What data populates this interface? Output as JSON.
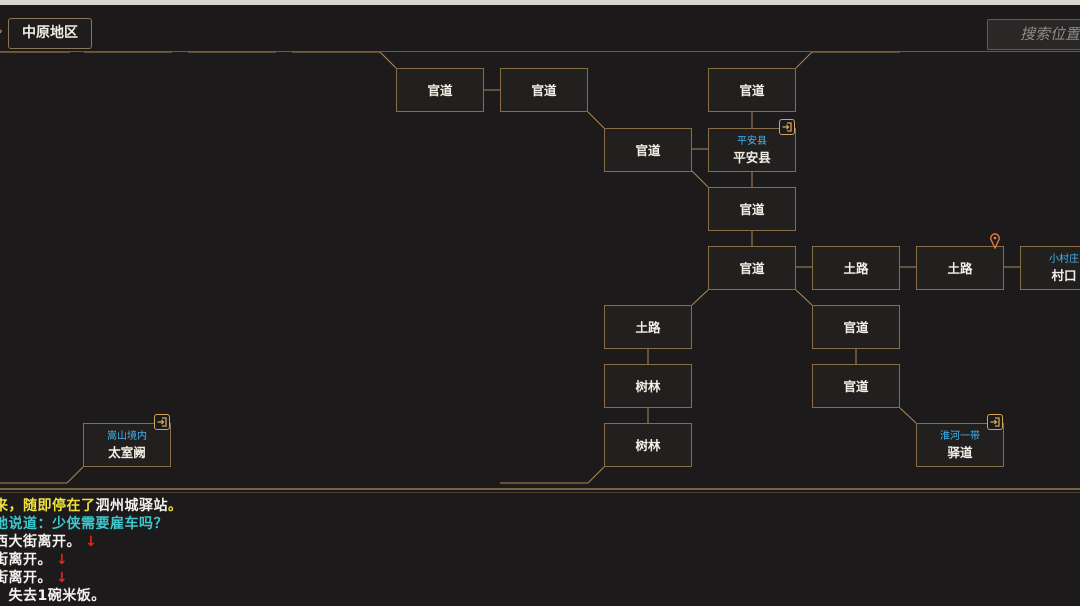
{
  "header": {
    "region_label": "中原地区",
    "search_placeholder": "搜索位置"
  },
  "map": {
    "nodes": [
      {
        "id": "gd1",
        "label": "官道",
        "sub": "",
        "enter": false
      },
      {
        "id": "gd2",
        "label": "官道",
        "sub": "",
        "enter": false
      },
      {
        "id": "gd3",
        "label": "官道",
        "sub": "",
        "enter": false
      },
      {
        "id": "gd4",
        "label": "官道",
        "sub": "",
        "enter": false
      },
      {
        "id": "pax",
        "label": "平安县",
        "sub": "平安县",
        "enter": true
      },
      {
        "id": "gd5",
        "label": "官道",
        "sub": "",
        "enter": false
      },
      {
        "id": "gd6",
        "label": "官道",
        "sub": "",
        "enter": false
      },
      {
        "id": "tl1",
        "label": "土路",
        "sub": "",
        "enter": false
      },
      {
        "id": "tl2",
        "label": "土路",
        "sub": "",
        "enter": false,
        "current": true
      },
      {
        "id": "ck",
        "label": "村口",
        "sub": "小村庄",
        "enter": false
      },
      {
        "id": "tl3",
        "label": "土路",
        "sub": "",
        "enter": false
      },
      {
        "id": "gd7",
        "label": "官道",
        "sub": "",
        "enter": false
      },
      {
        "id": "sl1",
        "label": "树林",
        "sub": "",
        "enter": false
      },
      {
        "id": "gd8",
        "label": "官道",
        "sub": "",
        "enter": false
      },
      {
        "id": "tsq",
        "label": "太室阙",
        "sub": "嵩山境内",
        "enter": true
      },
      {
        "id": "sl2",
        "label": "树林",
        "sub": "",
        "enter": false
      },
      {
        "id": "yd",
        "label": "驿道",
        "sub": "淮河一带",
        "enter": true
      }
    ]
  },
  "log": {
    "lines": [
      {
        "parts": [
          {
            "text": "来，随即停在了",
            "color": "#f0e23c"
          },
          {
            "text": "泗州城驿站",
            "color": "#f3f1ee"
          },
          {
            "text": "。",
            "color": "#f0e23c"
          }
        ],
        "arrow": false
      },
      {
        "parts": [
          {
            "text": "地说道：少侠需要雇车吗？",
            "color": "#3fc7ce"
          }
        ],
        "arrow": false
      },
      {
        "parts": [
          {
            "text": "西大街离开。",
            "color": "#f3f1ee"
          }
        ],
        "arrow": true
      },
      {
        "parts": [
          {
            "text": "街离开。",
            "color": "#f3f1ee"
          }
        ],
        "arrow": true
      },
      {
        "parts": [
          {
            "text": "街离开。",
            "color": "#f3f1ee"
          }
        ],
        "arrow": true
      },
      {
        "parts": [
          {
            "text": "，失去1碗米饭。",
            "color": "#f3f1ee"
          }
        ],
        "arrow": false
      }
    ],
    "arrow_glyph": "↓"
  },
  "colors": {
    "border": "#8a6e48",
    "link_line": "#b08a5a",
    "sub_label": "#43b4ef",
    "enter_icon": "#d0a45a",
    "pin": "#e07a45"
  }
}
